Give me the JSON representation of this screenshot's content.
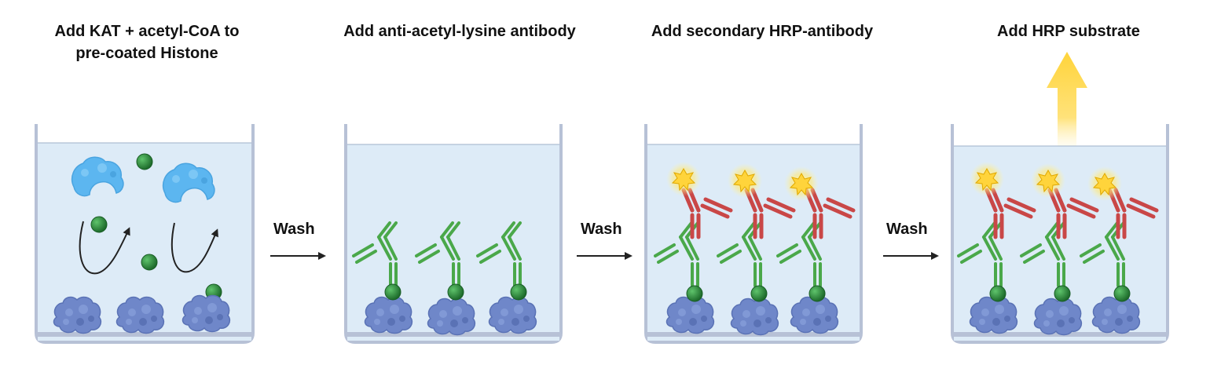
{
  "steps": [
    {
      "title_line1": "Add KAT + acetyl-CoA to",
      "title_line2": "pre-coated Histone"
    },
    {
      "title_line1": "Add anti-acetyl-lysine antibody",
      "title_line2": ""
    },
    {
      "title_line1": "Add secondary HRP-antibody",
      "title_line2": ""
    },
    {
      "title_line1": "Add HRP substrate",
      "title_line2": ""
    }
  ],
  "wash_labels": [
    "Wash",
    "Wash",
    "Wash"
  ],
  "colors": {
    "well_fill": "#ddebf7",
    "well_border": "#b7c1d6",
    "histone": "#6f87c9",
    "kat_enzyme": "#5cb6f0",
    "acetyl_bead": "#2f8d3f",
    "primary_antibody": "#4aa84a",
    "secondary_antibody": "#c94747",
    "hrp_star": "#ffd43b",
    "signal_arrow": "#ffd43b",
    "arrow": "#222222"
  },
  "icons": {
    "histone": "histone-icon",
    "kat": "kat-enzyme-icon",
    "acetyl": "acetyl-coa-bead-icon",
    "primary": "primary-antibody-icon",
    "secondary": "secondary-hrp-antibody-icon",
    "hrp": "hrp-star-icon",
    "signal": "signal-arrow-icon",
    "wash": "arrow-right-icon"
  }
}
